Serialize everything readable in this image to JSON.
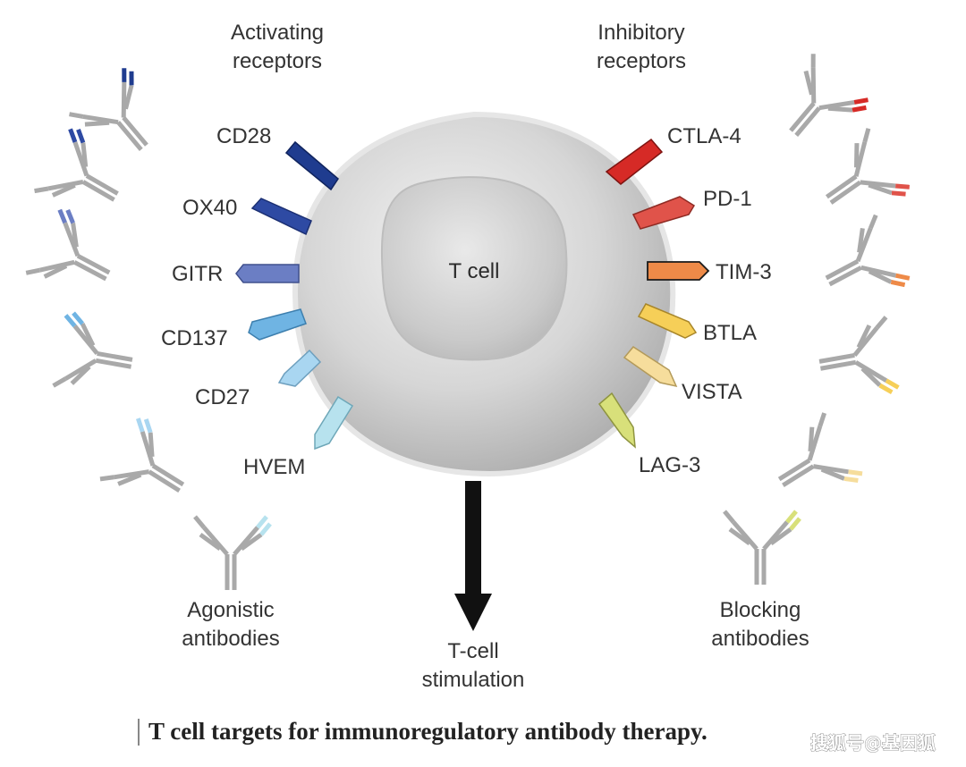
{
  "headings": {
    "activating": [
      "Activating",
      "receptors"
    ],
    "inhibitory": [
      "Inhibitory",
      "receptors"
    ]
  },
  "cell_label": "T cell",
  "activating_receptors": [
    {
      "name": "CD28",
      "color": "#1f3c8f"
    },
    {
      "name": "OX40",
      "color": "#2e4aa3"
    },
    {
      "name": "GITR",
      "color": "#6b7ec4"
    },
    {
      "name": "CD137",
      "color": "#6fb4e3"
    },
    {
      "name": "CD27",
      "color": "#a9d6f1"
    },
    {
      "name": "HVEM",
      "color": "#b7e2ee"
    }
  ],
  "inhibitory_receptors": [
    {
      "name": "CTLA-4",
      "color": "#d62a26"
    },
    {
      "name": "PD-1",
      "color": "#e0534a"
    },
    {
      "name": "TIM-3",
      "color": "#ee8a48"
    },
    {
      "name": "BTLA",
      "color": "#f6cf58"
    },
    {
      "name": "VISTA",
      "color": "#f6dd9c"
    },
    {
      "name": "LAG-3",
      "color": "#d8e07a"
    }
  ],
  "antibody_groups": {
    "agonistic": [
      "Agonistic",
      "antibodies"
    ],
    "blocking": [
      "Blocking",
      "antibodies"
    ]
  },
  "outcome": [
    "T-cell",
    "stimulation"
  ],
  "caption": "T cell targets for immunoregulatory antibody therapy.",
  "watermark": "搜狐号@基因狐"
}
